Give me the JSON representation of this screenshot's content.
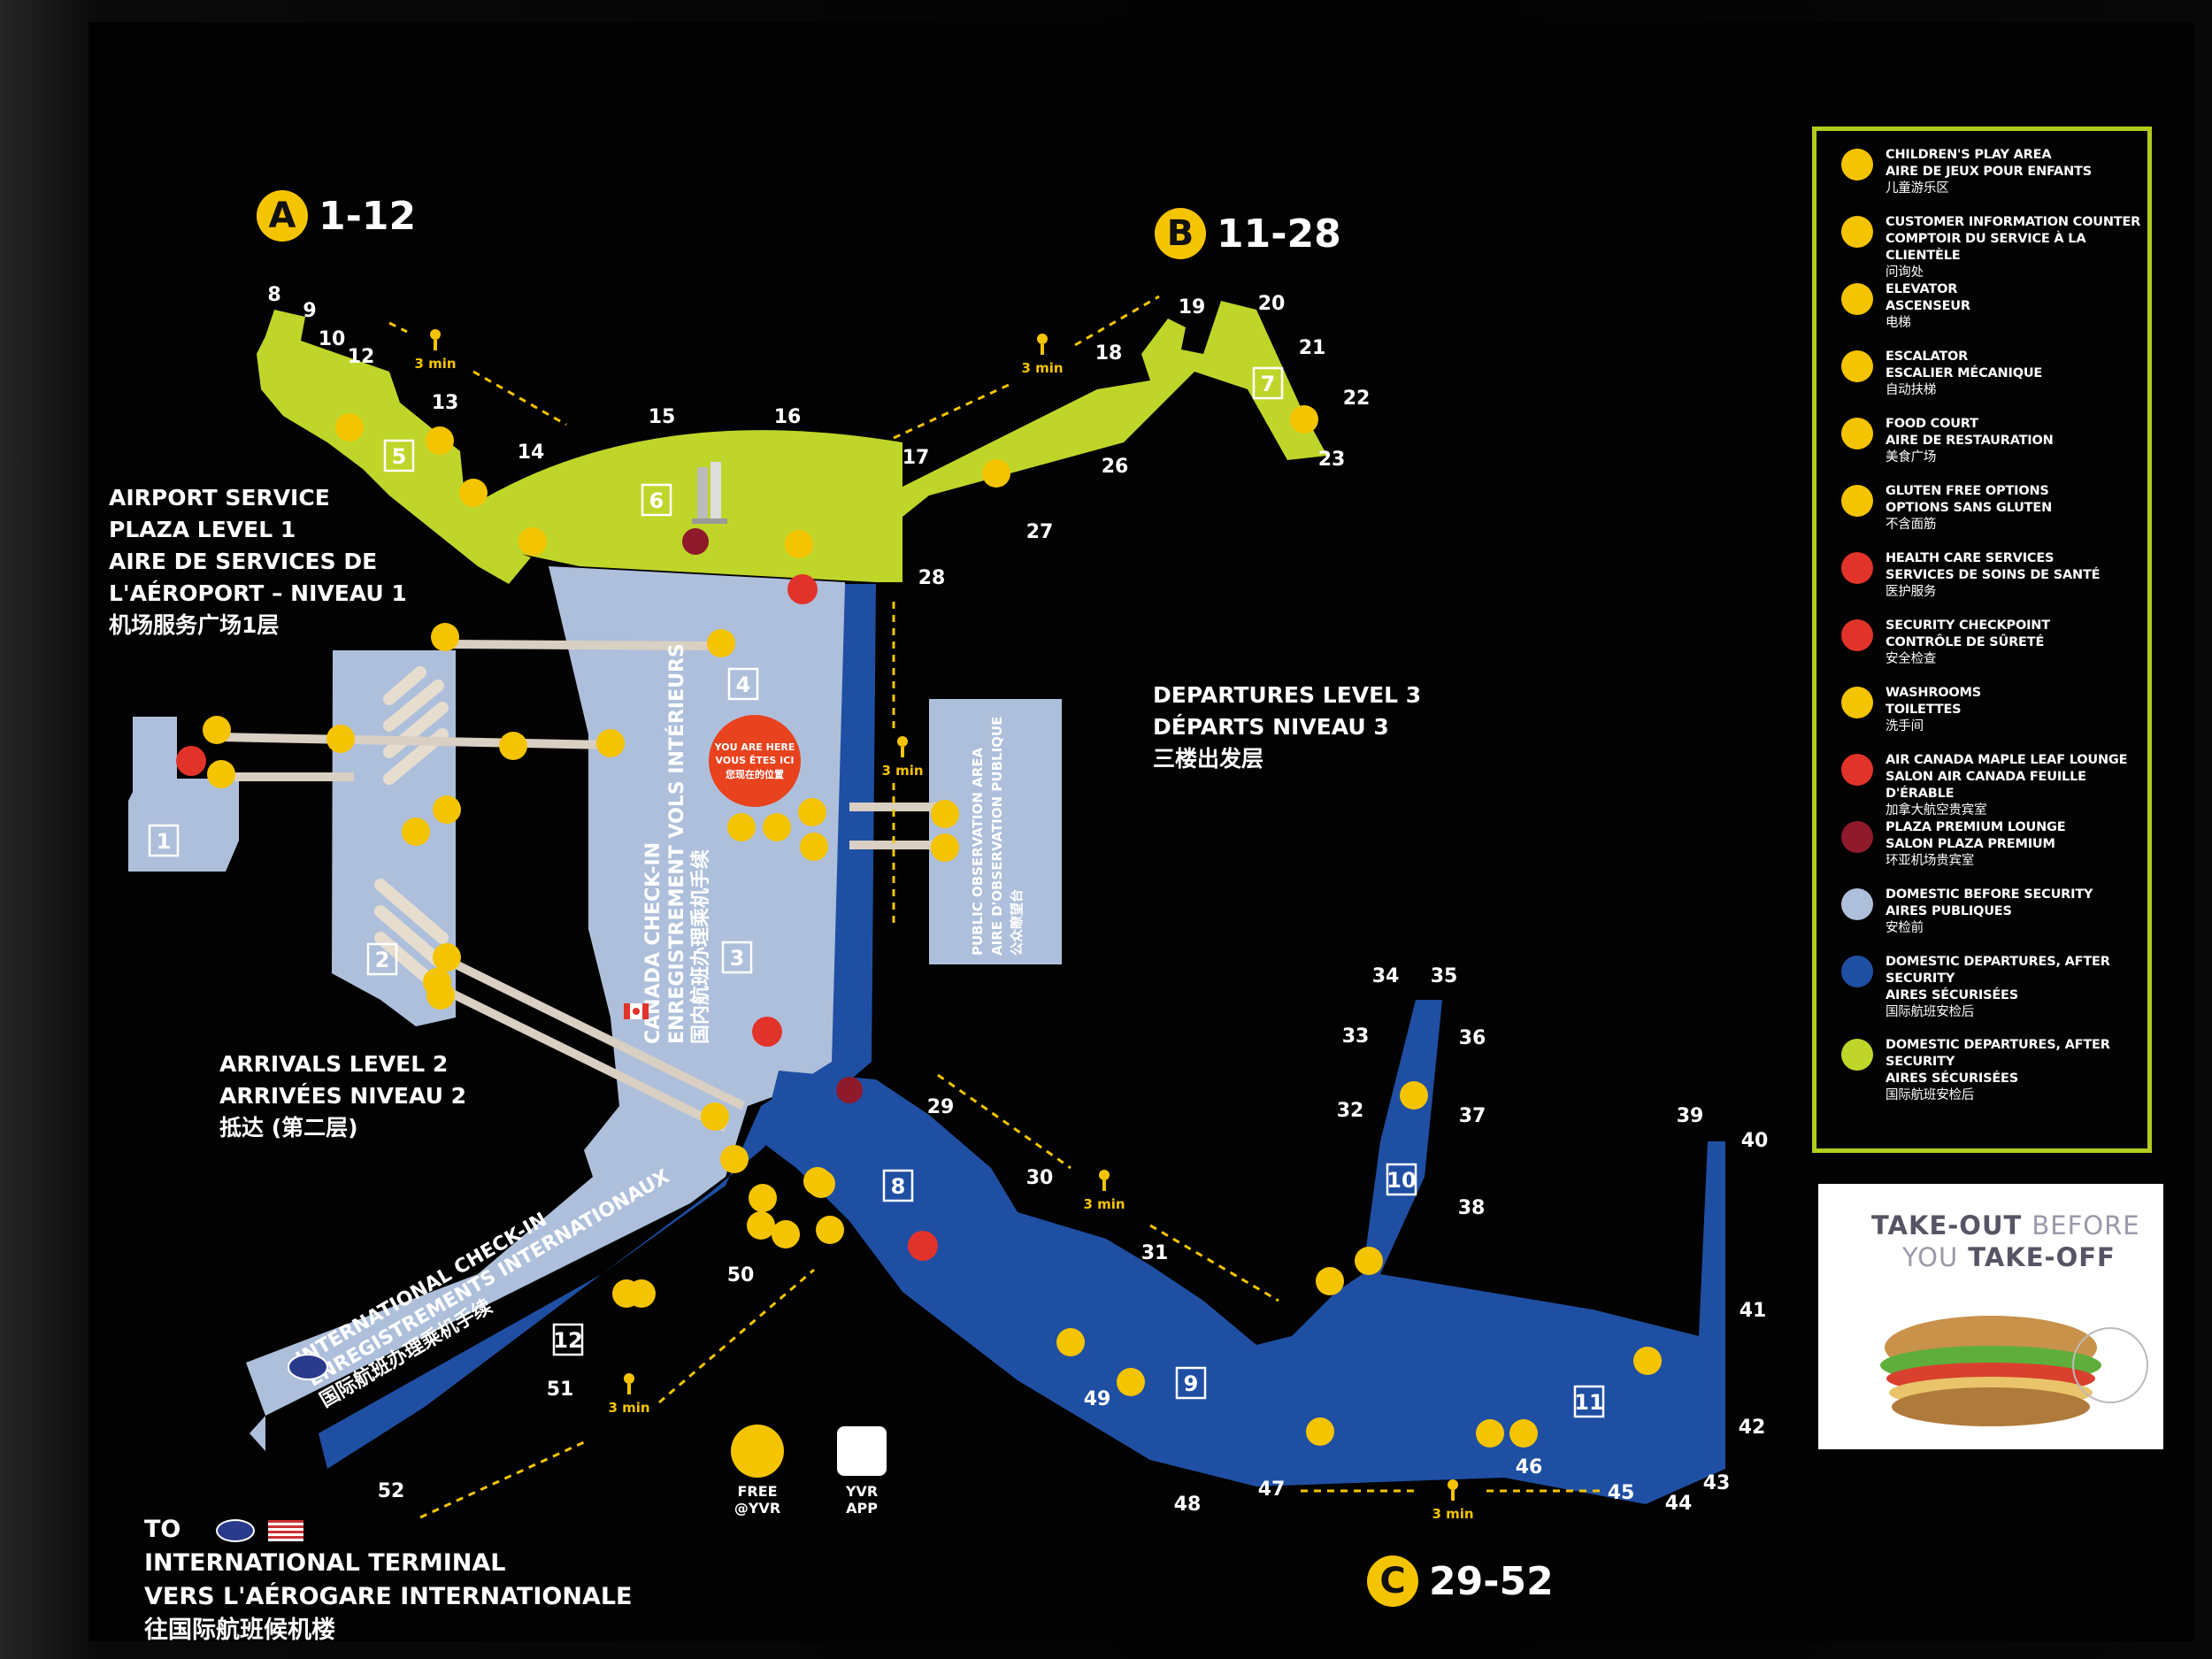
{
  "piers": {
    "a": {
      "letter": "A",
      "range": "1-12"
    },
    "b": {
      "letter": "B",
      "range": "11-28"
    },
    "c": {
      "letter": "C",
      "range": "29-52"
    }
  },
  "area_labels": {
    "airport_service": [
      "AIRPORT SERVICE",
      "PLAZA LEVEL 1",
      "AIRE DE SERVICES DE",
      "L'AÉROPORT – NIVEAU 1",
      "机场服务广场1层"
    ],
    "departures": [
      "DEPARTURES LEVEL 3",
      "DÉPARTS NIVEAU 3",
      "三楼出发层"
    ],
    "arrivals": [
      "ARRIVALS LEVEL 2",
      "ARRIVÉES NIVEAU 2",
      "抵达 (第二层)"
    ],
    "to_international": [
      "TO",
      "INTERNATIONAL TERMINAL",
      "VERS L'AÉROGARE INTERNATIONALE",
      "往国际航班候机楼"
    ]
  },
  "check_in": {
    "canada": [
      "CANADA CHECK-IN",
      "ENREGISTREMENT VOLS INTÉRIEURS",
      "国内航班办理乘机手续"
    ],
    "international": [
      "INTERNATIONAL CHECK-IN",
      "ENREGISTREMENTS INTERNATIONAUX",
      "国际航班办理乘机手续"
    ]
  },
  "observation": [
    "PUBLIC OBSERVATION AREA",
    "AIRE D'OBSERVATION PUBLIQUE",
    "公众瞭望台"
  ],
  "you_are_here": [
    "YOU ARE HERE",
    "VOUS ÊTES ICI",
    "您现在的位置"
  ],
  "walk_time": "3 min",
  "gates": {
    "pier_a": [
      "8",
      "9",
      "10",
      "12",
      "13",
      "14"
    ],
    "main": [
      "15",
      "16"
    ],
    "pier_b": [
      "17",
      "18",
      "19",
      "20",
      "21",
      "22",
      "23",
      "26",
      "27",
      "28"
    ],
    "pier_c": [
      "29",
      "30",
      "31",
      "33",
      "32",
      "34",
      "35",
      "36",
      "37",
      "38",
      "39",
      "40",
      "41",
      "42",
      "43",
      "44",
      "45",
      "46",
      "47",
      "48",
      "49",
      "50",
      "51",
      "52"
    ]
  },
  "zone_numbers": [
    "1",
    "2",
    "3",
    "4",
    "5",
    "6",
    "7",
    "8",
    "9",
    "10",
    "11",
    "12"
  ],
  "apps": {
    "wifi": {
      "icon": "wifi-icon",
      "label": [
        "FREE",
        "@YVR"
      ]
    },
    "app": {
      "icon": "yvr-app-icon",
      "label": [
        "YVR",
        "APP"
      ]
    }
  },
  "legend": [
    {
      "icon": "childrens-play-area-icon",
      "color": "#f5c400",
      "en": "CHILDREN'S PLAY AREA",
      "fr": "AIRE DE JEUX POUR ENFANTS",
      "zh": "儿童游乐区"
    },
    {
      "icon": "information-counter-icon",
      "color": "#f5c400",
      "en": "CUSTOMER INFORMATION COUNTER",
      "fr": "COMPTOIR DU SERVICE À LA CLIENTÈLE",
      "zh": "问询处"
    },
    {
      "icon": "elevator-icon",
      "color": "#f5c400",
      "en": "ELEVATOR",
      "fr": "ASCENSEUR",
      "zh": "电梯"
    },
    {
      "icon": "escalator-icon",
      "color": "#f5c400",
      "en": "ESCALATOR",
      "fr": "ESCALIER MÉCANIQUE",
      "zh": "自动扶梯"
    },
    {
      "icon": "food-court-icon",
      "color": "#f5c400",
      "en": "FOOD COURT",
      "fr": "AIRE DE RESTAURATION",
      "zh": "美食广场"
    },
    {
      "icon": "gluten-free-icon",
      "color": "#f5c400",
      "en": "GLUTEN FREE OPTIONS",
      "fr": "OPTIONS SANS GLUTEN",
      "zh": "不含面筋"
    },
    {
      "icon": "health-care-icon",
      "color": "#e2332a",
      "en": "HEALTH CARE SERVICES",
      "fr": "SERVICES DE SOINS DE SANTÉ",
      "zh": "医护服务"
    },
    {
      "icon": "security-checkpoint-icon",
      "color": "#e2332a",
      "en": "SECURITY CHECKPOINT",
      "fr": "CONTRÔLE DE SÛRETÉ",
      "zh": "安全检查"
    },
    {
      "icon": "washrooms-icon",
      "color": "#f5c400",
      "en": "WASHROOMS",
      "fr": "TOILETTES",
      "zh": "洗手间"
    },
    {
      "icon": "maple-leaf-lounge-icon",
      "color": "#e2332a",
      "en": "AIR CANADA MAPLE LEAF LOUNGE",
      "fr": "SALON AIR CANADA FEUILLE D'ÉRABLE",
      "zh": "加拿大航空贵宾室"
    },
    {
      "icon": "plaza-premium-lounge-icon",
      "color": "#8e1a2b",
      "en": "PLAZA PREMIUM LOUNGE",
      "fr": "SALON PLAZA PREMIUM",
      "zh": "环亚机场贵宾室"
    },
    {
      "icon": "domestic-before-security-swatch",
      "color": "#aebfdb",
      "en": "DOMESTIC BEFORE SECURITY",
      "fr": "AIRES PUBLIQUES",
      "zh": "安检前"
    },
    {
      "icon": "domestic-after-security-blue-swatch",
      "color": "#1f4fa3",
      "en": "DOMESTIC DEPARTURES, AFTER SECURITY",
      "fr": "AIRES SÉCURISÉES",
      "zh": "国际航班安检后"
    },
    {
      "icon": "domestic-after-security-green-swatch",
      "color": "#c0d52a",
      "en": "DOMESTIC DEPARTURES, AFTER SECURITY",
      "fr": "AIRES SÉCURISÉES",
      "zh": "国际航班安检后"
    }
  ],
  "ad": {
    "line1_bold": "TAKE-OUT",
    "line1_light": "BEFORE",
    "line2_light": "YOU",
    "line2_bold": "TAKE-OFF"
  },
  "colors": {
    "green": "#c0d52a",
    "blue": "#1f4fa3",
    "light_blue": "#aebfdb",
    "yellow": "#f5c400",
    "red": "#e2332a"
  }
}
